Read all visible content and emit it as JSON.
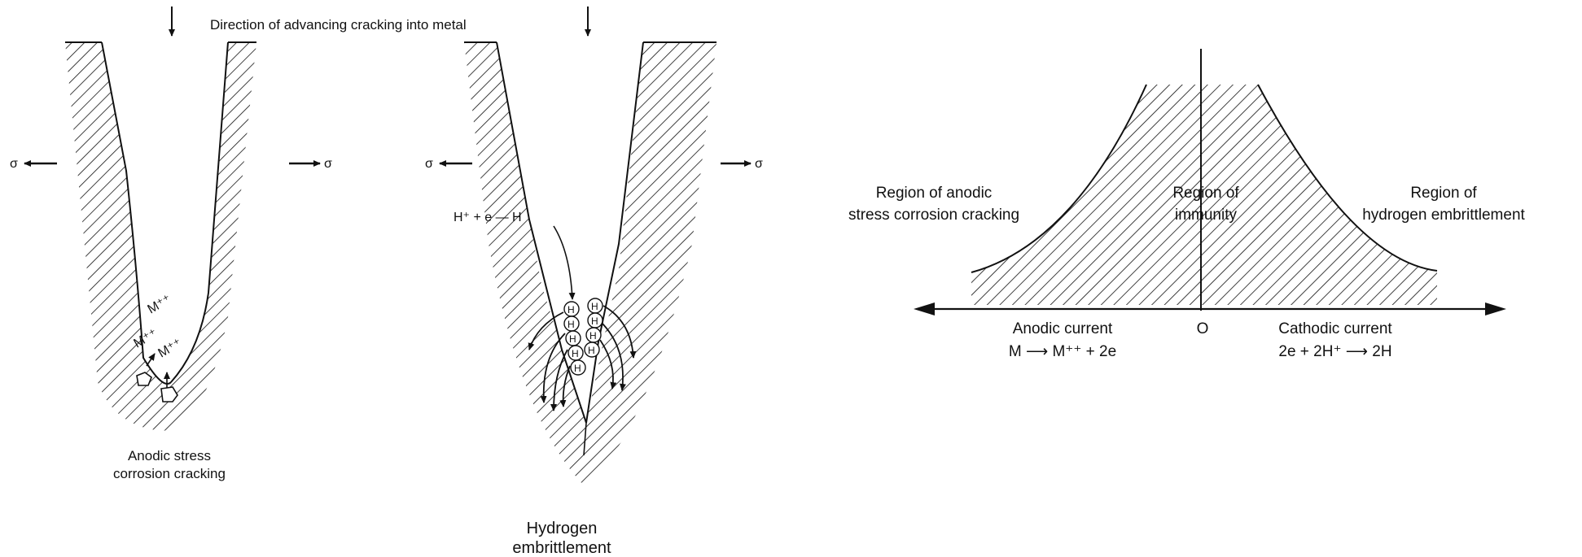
{
  "left_diagram": {
    "top_text": "Direction of advancing cracking into metal",
    "sigma_symbol": "σ",
    "ions": [
      "M⁺⁺",
      "M⁺⁺",
      "M⁺⁺"
    ],
    "caption_line1": "Anodic stress",
    "caption_line2": "corrosion cracking"
  },
  "middle_diagram": {
    "reaction": "H⁺ + e — H",
    "hydrogen_atom_symbol": "H",
    "caption_line1": "Hydrogen",
    "caption_line2": "embrittlement"
  },
  "right_diagram": {
    "left_region_line1": "Region of anodic",
    "left_region_line2": "stress corrosion cracking",
    "center_region_line1": "Region of",
    "center_region_line2": "immunity",
    "right_region_line1": "Region of",
    "right_region_line2": "hydrogen embrittlement",
    "origin_label": "O",
    "anodic_label": "Anodic current",
    "anodic_reaction": "M ⟶ M⁺⁺ + 2e",
    "cathodic_label": "Cathodic current",
    "cathodic_reaction": "2e + 2H⁺ ⟶ 2H"
  }
}
